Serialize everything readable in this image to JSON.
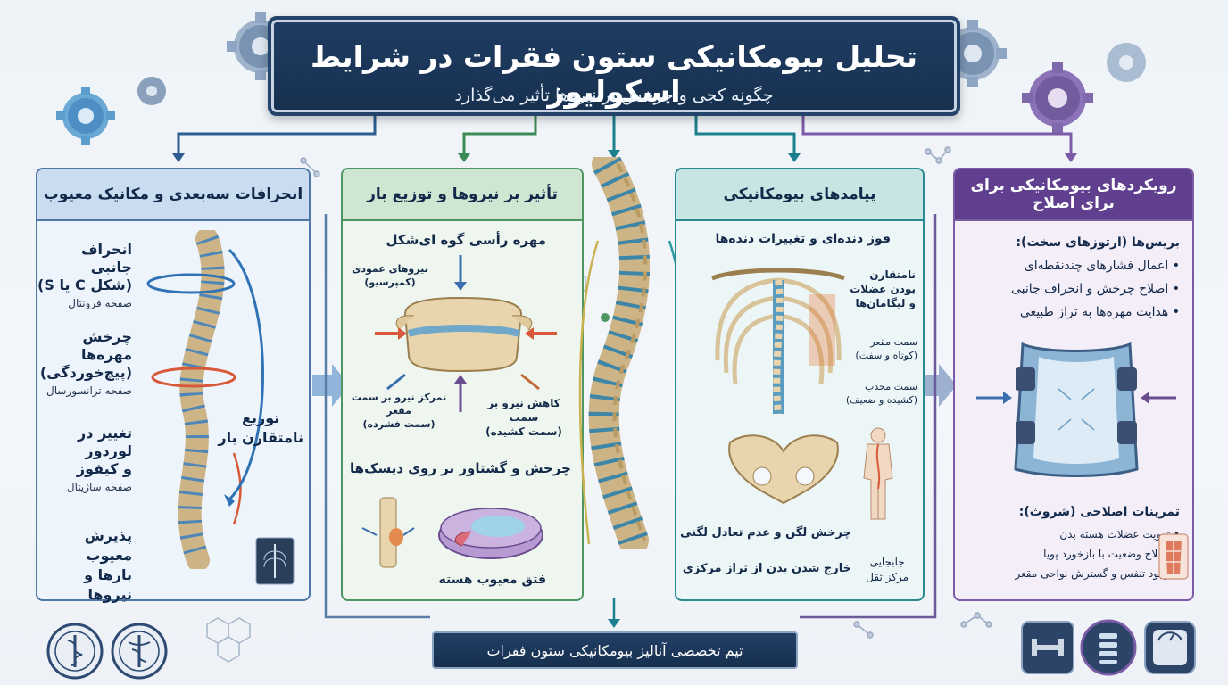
{
  "banner": {
    "title": "تحلیل بیومکانیکی ستون فقرات در شرایط اسکولیوز",
    "subtitle": "چگونه کجی و چرخش بر نیروها تأثیر می‌گذارد"
  },
  "panel1": {
    "header": "انحرافات سه‌بعدی و مکانیک معیوب",
    "item1_title": "انحراف جانبی",
    "item1_title2": "(شکل C یا S)",
    "item1_sub": "صفحه فرونتال",
    "item2_title": "چرخش مهره‌ها",
    "item2_title2": "(پیچ‌خوردگی)",
    "item2_sub": "صفحه ترانسورسال",
    "item3_title": "تغییر در لوردوز",
    "item3_title2": "و کیفوز",
    "item3_sub": "صفحه ساژیتال",
    "item4_title": "پذیرش معیوب",
    "item4_title2": "بارها و نیروها",
    "load_label1": "توزیع",
    "load_label2": "نامتقارن بار"
  },
  "panel2": {
    "header": "تأثیر بر نیروها و توزیع بار",
    "wedge_title": "مهره رأسی گوه ای‌شکل",
    "axial_label1": "نیروهای عمودی",
    "axial_label2": "(کمپرسیو)",
    "concave_label1": "تمرکز نیرو بر سمت مقعر",
    "concave_label2": "(سمت فشرده)",
    "convex_label1": "کاهش نیرو بر سمت",
    "convex_label2": "(سمت کشیده)",
    "disc_title": "چرخش و گشتاور بر روی دیسک‌ها",
    "herniation_label": "فتق معیوب هسته"
  },
  "panel3": {
    "header": "پیامدهای بیومکانیکی",
    "rib_title": "قوز دنده‌ای و تغییرات دنده‌ها",
    "asym1": "نامتقارن",
    "asym2": "بودن عضلات",
    "asym3": "و لیگامان‌ها",
    "concave1": "سمت مقعر",
    "concave2": "(کوتاه و سفت)",
    "convex1": "سمت محدب",
    "convex2": "(کشیده و ضعیف)",
    "pelvis_label": "چرخش لگن و عدم تعادل لگنی",
    "balance_label": "خارج شدن بدن از تراز مرکزی",
    "cog1": "جابجایی",
    "cog2": "مرکز ثقل"
  },
  "panel4": {
    "header1": "رویکردهای بیومکانیکی برای",
    "header2": "برای اصلاح",
    "brace_title": "بریس‌ها (ارتوزهای سخت):",
    "brace_items": [
      "اعمال فشارهای چندنقطه‌ای",
      "اصلاح چرخش و انحراف جانبی",
      "هدایت مهره‌ها به تراز طبیعی"
    ],
    "exercise_title": "تمرینات اصلاحی (شروث):",
    "exercise_items": [
      "تقویت عضلات هسته بدن",
      "اصلاح وضعیت با بازخورد پویا",
      "بهبود تنفس و گسترش نواحی مقعر"
    ]
  },
  "footer": {
    "label": "تیم تخصصی آنالیز بیومکانیکی ستون فقرات"
  },
  "colors": {
    "navy": "#17304f",
    "blue_panel": "#dce9f6",
    "green_panel": "#d8ecd9",
    "teal_panel": "#d4eae9",
    "purple_panel": "#e6dcef",
    "bone": "#e8d5ad",
    "disc": "#6fa8c9"
  }
}
